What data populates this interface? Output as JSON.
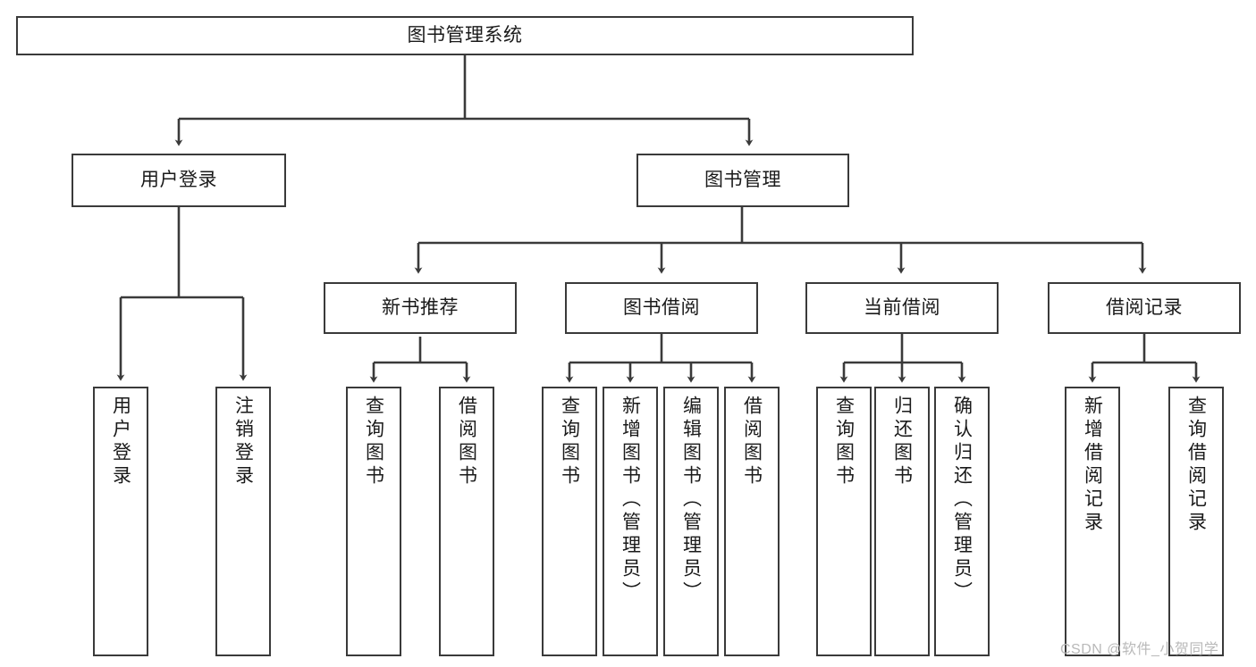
{
  "diagram": {
    "title": "图书管理系统",
    "type": "tree-hierarchy",
    "watermark": "CSDN @软件_小贺同学",
    "colors": {
      "box_border": "#3a3a3a",
      "box_fill": "#ffffff",
      "edge": "#3a3a3a",
      "text": "#1a1a1a",
      "watermark": "#b9b9b9",
      "background": "#ffffff"
    }
  },
  "nodes": {
    "root": {
      "label": "图书管理系统"
    },
    "level2": [
      {
        "label": "用户登录"
      },
      {
        "label": "图书管理"
      }
    ],
    "level3": [
      {
        "label": "新书推荐"
      },
      {
        "label": "图书借阅"
      },
      {
        "label": "当前借阅"
      },
      {
        "label": "借阅记录"
      }
    ],
    "leaves": {
      "user_login": [
        {
          "label": "用户登录"
        },
        {
          "label": "注销登录"
        }
      ],
      "new_book_recommend": [
        {
          "label": "查询图书"
        },
        {
          "label": "借阅图书"
        }
      ],
      "book_borrow": [
        {
          "label": "查询图书"
        },
        {
          "label": "新增图书（管理员）"
        },
        {
          "label": "编辑图书（管理员）"
        },
        {
          "label": "借阅图书"
        }
      ],
      "current_borrow": [
        {
          "label": "查询图书"
        },
        {
          "label": "归还图书"
        },
        {
          "label": "确认归还（管理员）"
        }
      ],
      "borrow_record": [
        {
          "label": "新增借阅记录"
        },
        {
          "label": "查询借阅记录"
        }
      ]
    }
  }
}
